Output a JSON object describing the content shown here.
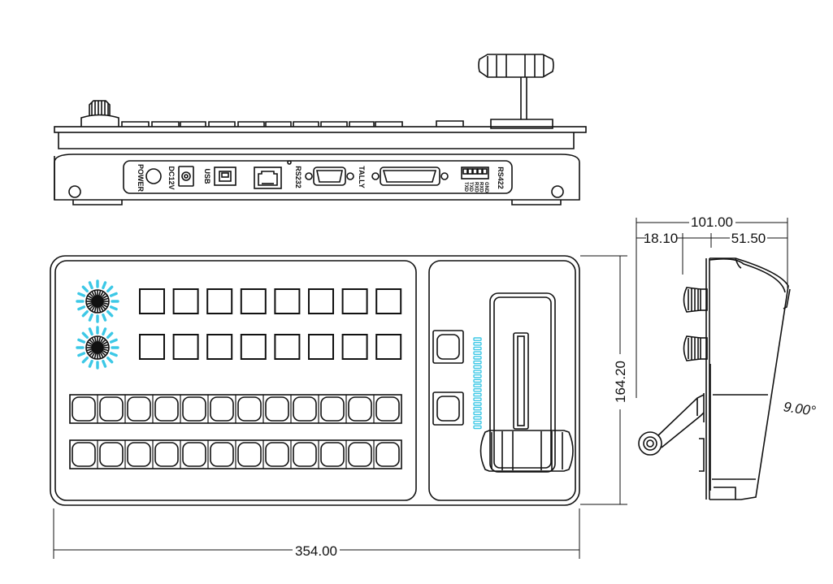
{
  "rear_panel": {
    "ports": {
      "power": "POWER",
      "dc12v": "DC12V",
      "usb": "USB",
      "rs232": "RS232",
      "tally": "TALLY",
      "rs422": "RS422",
      "rs422_pins": [
        "TXD",
        "TXD",
        "RXD",
        "RXD",
        "GND"
      ]
    }
  },
  "dimensions": {
    "width": "354.00",
    "depth": "164.20",
    "side_total": "101.00",
    "side_front": "18.10",
    "side_rear": "51.50",
    "angle": "9.00°"
  },
  "colors": {
    "line": "#111111",
    "knob_glow": "#3cc8e6",
    "led": "#3cc8e6"
  },
  "top_panel": {
    "knob_count": 2,
    "square_button_rows": 2,
    "square_buttons_per_row": 8,
    "round_button_rows": 2,
    "round_buttons_per_row": 12,
    "side_buttons": 2,
    "led_segments": 20
  }
}
